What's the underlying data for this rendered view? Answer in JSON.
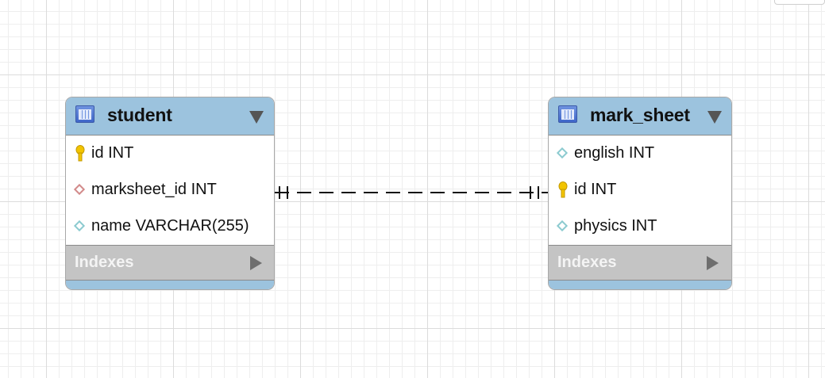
{
  "tables": [
    {
      "name": "student",
      "columns": [
        {
          "label": "id INT",
          "icon": "primary-key-icon"
        },
        {
          "label": "marksheet_id INT",
          "icon": "foreign-key-diamond-icon"
        },
        {
          "label": "name VARCHAR(255)",
          "icon": "column-diamond-icon"
        }
      ],
      "indexes_label": "Indexes"
    },
    {
      "name": "mark_sheet",
      "columns": [
        {
          "label": "english INT",
          "icon": "column-diamond-icon"
        },
        {
          "label": "id INT",
          "icon": "primary-key-icon"
        },
        {
          "label": "physics INT",
          "icon": "column-diamond-icon"
        }
      ],
      "indexes_label": "Indexes"
    }
  ],
  "relationship": {
    "from": "student.marksheet_id",
    "to": "mark_sheet.id",
    "cardinality": "one-to-one",
    "line_style": "dashed"
  },
  "colors": {
    "header": "#9cc3de",
    "indexes": "#c4c4c4",
    "key": "#f2c400",
    "fk_diamond": "#d28a8a",
    "column_diamond": "#8ccbd0"
  }
}
